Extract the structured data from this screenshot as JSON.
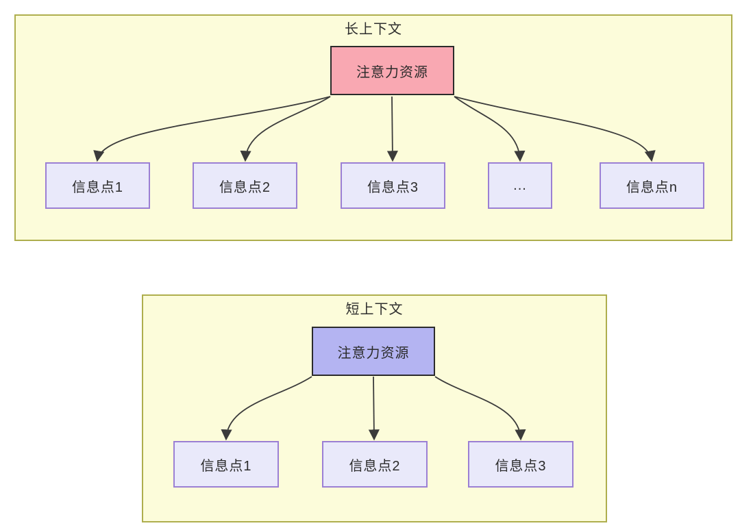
{
  "diagrams": [
    {
      "title": "长上下文",
      "root": {
        "label": "注意力资源",
        "fill": "#f9a8b2"
      },
      "children": [
        {
          "label": "信息点1"
        },
        {
          "label": "信息点2"
        },
        {
          "label": "信息点3"
        },
        {
          "label": "..."
        },
        {
          "label": "信息点n"
        }
      ]
    },
    {
      "title": "短上下文",
      "root": {
        "label": "注意力资源",
        "fill": "#b4b4f2"
      },
      "children": [
        {
          "label": "信息点1"
        },
        {
          "label": "信息点2"
        },
        {
          "label": "信息点3"
        }
      ]
    }
  ],
  "colors": {
    "container_fill": "#fcfcda",
    "container_border": "#aeae4d",
    "long_root_fill": "#f9a8b2",
    "short_root_fill": "#b4b4f2",
    "info_node_fill": "#e9e9fa",
    "info_node_border": "#9b7fd4",
    "node_border_dark": "#2b2b2b",
    "arrow": "#3b3b3b",
    "text": "#2b2b2b"
  }
}
